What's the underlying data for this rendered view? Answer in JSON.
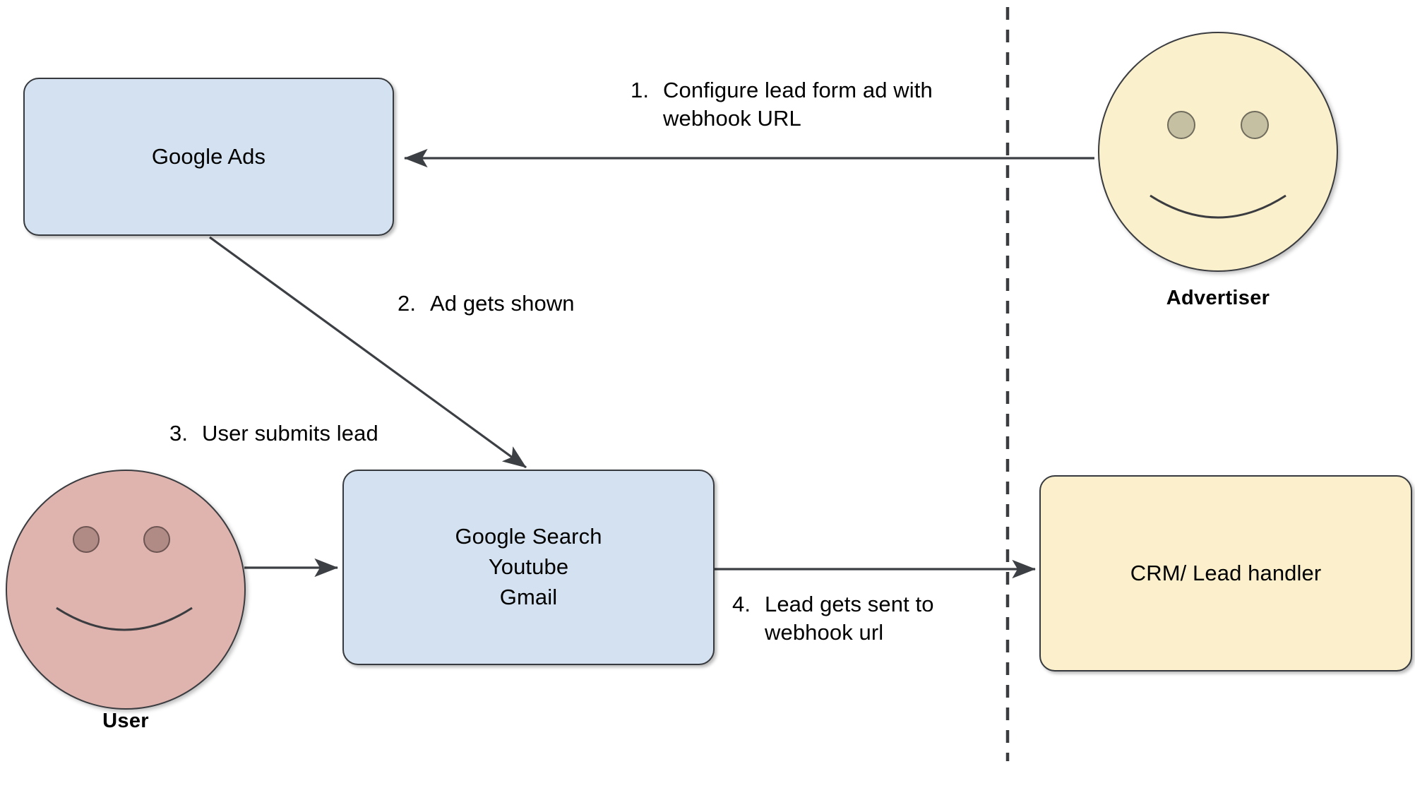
{
  "diagram": {
    "title": "Google Ads lead form webhook flow",
    "background_color": "#ffffff",
    "divider": {
      "name": "vertical-dashed-divider",
      "style": "dashed",
      "color": "#3a3c40"
    },
    "nodes": [
      {
        "id": "google-ads",
        "label": "Google Ads",
        "shape": "rounded-rectangle",
        "fill": "#d4e1f0",
        "stroke": "#36393d"
      },
      {
        "id": "google-surfaces",
        "label": "Google Search\nYoutube\nGmail",
        "lines": [
          "Google Search",
          "Youtube",
          "Gmail"
        ],
        "shape": "rounded-rectangle",
        "fill": "#d4e1f0",
        "stroke": "#36393d"
      },
      {
        "id": "crm",
        "label": "CRM/ Lead handler",
        "shape": "rounded-rectangle",
        "fill": "#fbf0cb",
        "stroke": "#36393d"
      }
    ],
    "actors": [
      {
        "id": "advertiser",
        "caption": "Advertiser",
        "shape": "smiley-circle",
        "fill": "#fbf0cc",
        "eye_fill": "#c6c0a3",
        "stroke": "#3a3c40"
      },
      {
        "id": "user",
        "caption": "User",
        "shape": "smiley-circle",
        "fill": "#dfb4ae",
        "eye_fill": "#b08b86",
        "stroke": "#3a3c40"
      }
    ],
    "edges": [
      {
        "id": "step-1",
        "number": "1.",
        "text": "Configure lead form ad with\nwebhook URL",
        "lines": [
          "Configure lead form ad with",
          "webhook URL"
        ],
        "from": "advertiser",
        "to": "google-ads",
        "direction": "left"
      },
      {
        "id": "step-2",
        "number": "2.",
        "text": "Ad gets shown",
        "lines": [
          "Ad gets shown"
        ],
        "from": "google-ads",
        "to": "google-surfaces",
        "direction": "diagonal-down-right"
      },
      {
        "id": "step-3",
        "number": "3.",
        "text": "User submits lead",
        "lines": [
          "User submits lead"
        ],
        "from": "user",
        "to": "google-surfaces",
        "direction": "right"
      },
      {
        "id": "step-4",
        "number": "4.",
        "text": "Lead gets sent to\nwebhook url",
        "lines": [
          "Lead gets sent to",
          "webhook url"
        ],
        "from": "google-surfaces",
        "to": "crm",
        "direction": "right"
      }
    ]
  }
}
